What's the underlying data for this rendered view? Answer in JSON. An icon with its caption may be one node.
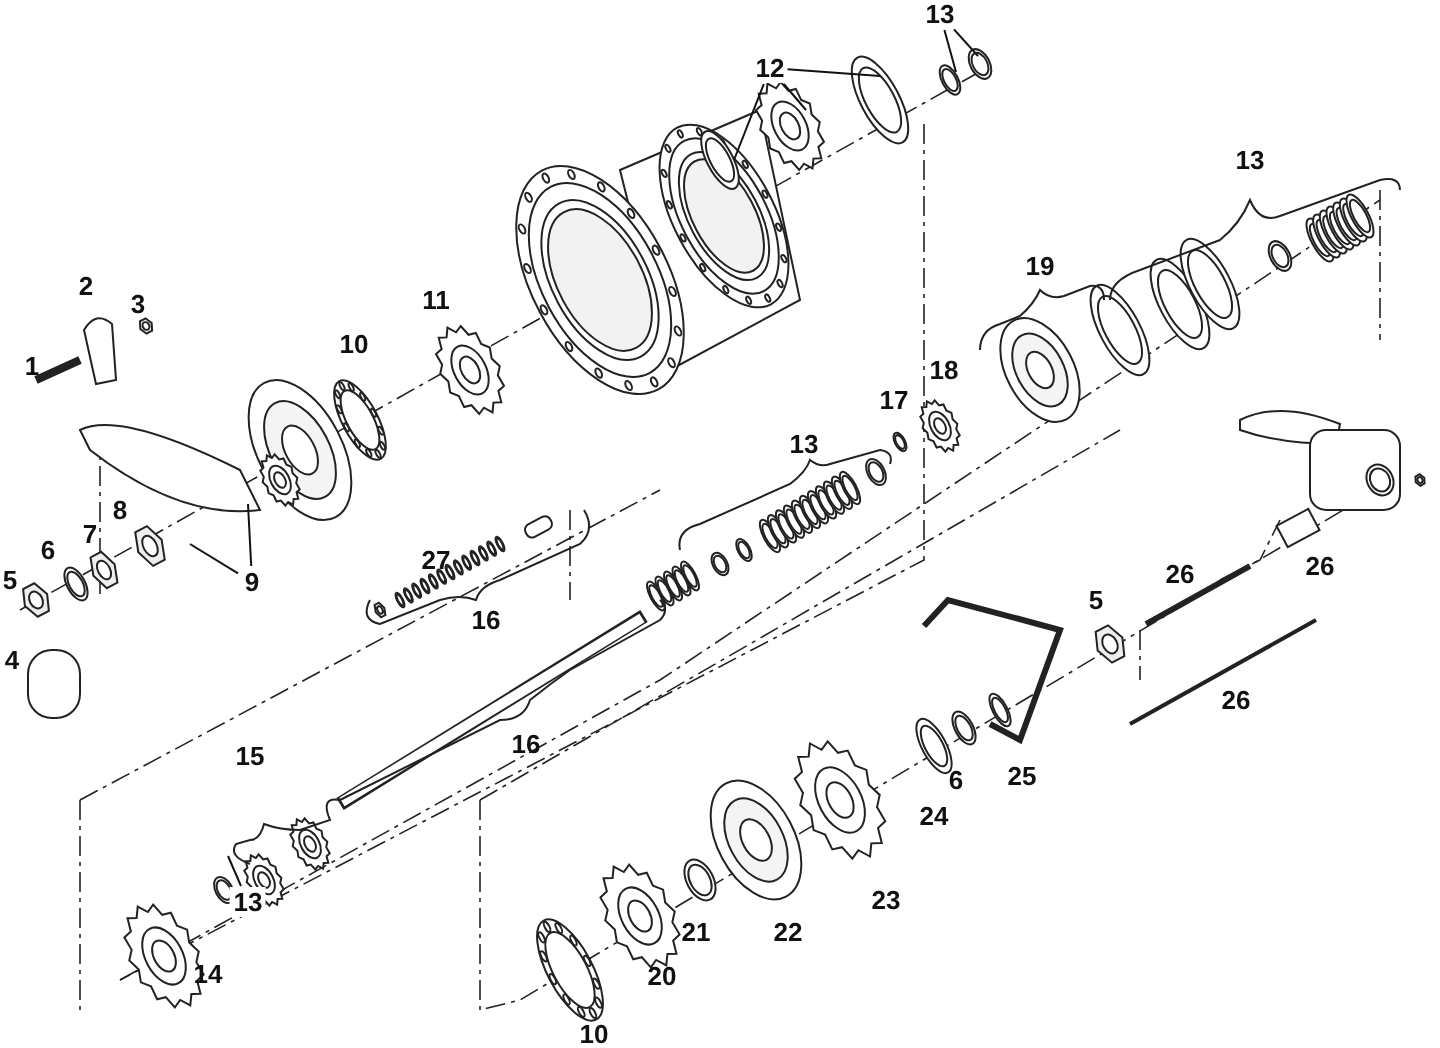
{
  "diagram": {
    "nodes": [
      {
        "text": [
          "12"
        ]
      },
      {
        "text": [
          "13"
        ]
      },
      {
        "text": [
          "9"
        ]
      },
      {
        "text": [
          "13"
        ]
      }
    ],
    "edges": [
      {
        "from": 0,
        "to": null,
        "arrow": "none"
      },
      {
        "from": 0,
        "to": null,
        "arrow": "none"
      },
      {
        "from": 0,
        "to": null,
        "arrow": "none"
      },
      {
        "from": 1,
        "to": null,
        "arrow": "none"
      },
      {
        "from": 1,
        "to": null,
        "arrow": "none"
      },
      {
        "from": 2,
        "to": null,
        "arrow": "none"
      },
      {
        "from": 2,
        "to": null,
        "arrow": "none"
      },
      {
        "from": 3,
        "to": null,
        "arrow": "none"
      }
    ],
    "labels": [
      "13",
      "2",
      "3",
      "19",
      "10",
      "11",
      "1",
      "18",
      "17",
      "13",
      "8",
      "7",
      "6",
      "5",
      "27",
      "26",
      "16",
      "4",
      "5",
      "26",
      "26",
      "16",
      "15",
      "6",
      "25",
      "24",
      "23",
      "22",
      "14",
      "21",
      "20",
      "10"
    ]
  }
}
